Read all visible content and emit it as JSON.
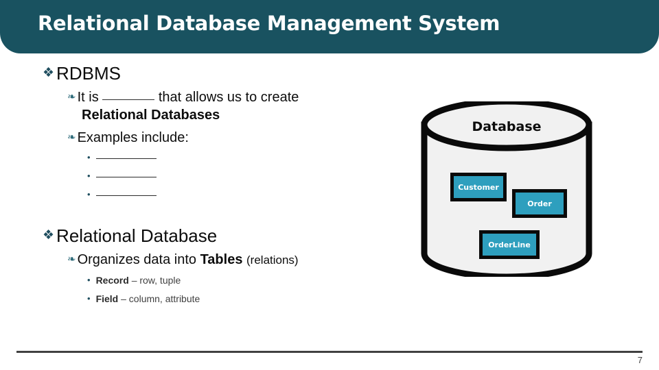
{
  "slide": {
    "title": "Relational Database Management System",
    "page_number": "7",
    "banner_color": "#195260",
    "accent_color": "#2e9fbe",
    "bullet_color": "#1f4e5f"
  },
  "bullets": {
    "level1_glyph": "❖",
    "level2_glyph": "❧",
    "level3_glyph": "•"
  },
  "sections": [
    {
      "heading": "RDBMS",
      "items": [
        {
          "text_before": "It is",
          "blank": "______",
          "text_after": "that allows us to create",
          "continuation": "Relational Databases"
        },
        {
          "text": "Examples include:"
        }
      ],
      "sub_items": [
        {
          "text": "______"
        },
        {
          "text": "______"
        },
        {
          "text": "______"
        }
      ]
    },
    {
      "heading": "Relational Database",
      "items": [
        {
          "text_before": "Organizes data into",
          "bold": "Tables",
          "text_after": "(relations)"
        }
      ],
      "sub_items": [
        {
          "bold": "Record",
          "rest": "– row, tuple"
        },
        {
          "bold": "Field",
          "rest": "– column, attribute"
        }
      ]
    }
  ],
  "diagram": {
    "label": "Database",
    "tables": [
      {
        "name": "Customer"
      },
      {
        "name": "Order"
      },
      {
        "name": "OrderLine"
      }
    ]
  }
}
